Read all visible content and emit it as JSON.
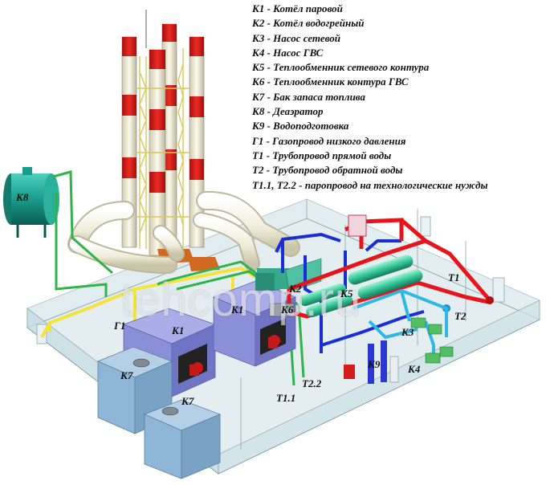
{
  "legend": [
    "К1 - Котёл паровой",
    "К2 - Котёл водогрейный",
    "К3 - Насос сетевой",
    "К4 - Насос ГВС",
    "К5 - Теплообменник сетевого контура",
    "К6 - Теплообменник контура ГВС",
    "К7 - Бак запаса топлива",
    "К8 - Деаэратор",
    "К9 - Водоподготовка",
    "Г1 - Газопровод низкого давления",
    "Т1 - Трубопровод прямой воды",
    "Т2 - Трубопровод обратной воды",
    "Т1.1,  Т2.2 - паропровод на технологические нужды"
  ],
  "labels": {
    "k8": "К8",
    "k1_left": "К1",
    "k1_right": "К1",
    "k2": "К2",
    "k6": "К6",
    "k5": "К5",
    "k3": "К3",
    "k4": "К4",
    "k7_left": "К7",
    "k7_right": "К7",
    "k9": "К9",
    "g1": "Г1",
    "t1": "Т1",
    "t2": "Т2",
    "t11": "Т1.1",
    "t22": "Т2.2"
  },
  "watermark": "tehcomp.ru",
  "colors": {
    "supply_pipe": "#e8141c",
    "return_pipe": "#1a2ed8",
    "gas_pipe": "#f2e43a",
    "steam_pipe": "#2fb34a",
    "chimney_band": "#d81c1c",
    "boiler": "#8a8fd8",
    "tank": "#8fb6d6",
    "exchanger": "#3fd6a0"
  }
}
